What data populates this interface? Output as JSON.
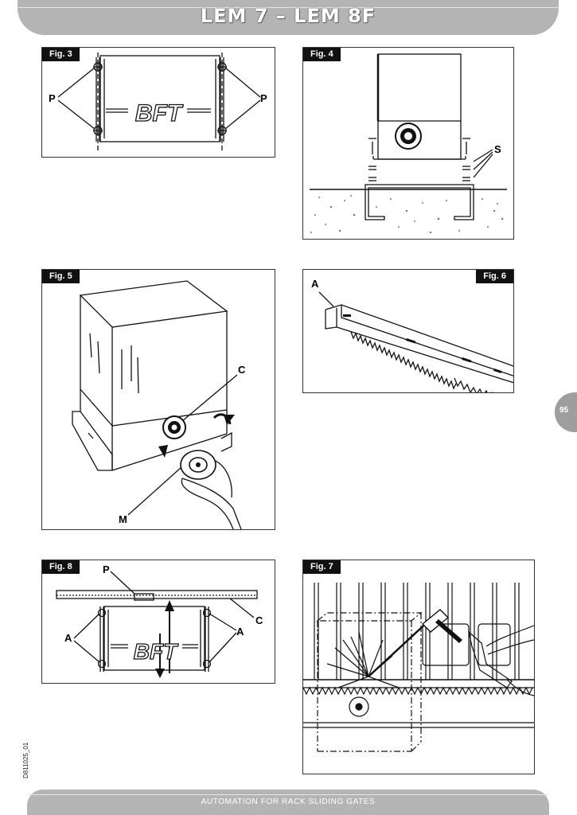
{
  "header": {
    "title": "LEM 7 – LEM 8F"
  },
  "footer": {
    "text": "AUTOMATION FOR RACK SLIDING GATES"
  },
  "page_number": "95",
  "doc_code": "D811025_01",
  "figures": {
    "fig3": {
      "label": "Fig. 3",
      "callouts": {
        "p_left": "P",
        "p_right": "P"
      },
      "logo_text": "BFT"
    },
    "fig4": {
      "label": "Fig. 4",
      "callouts": {
        "s": "S"
      }
    },
    "fig5": {
      "label": "Fig. 5",
      "callouts": {
        "c": "C",
        "m": "M"
      }
    },
    "fig6": {
      "label": "Fig. 6",
      "callouts": {
        "a": "A"
      }
    },
    "fig8": {
      "label": "Fig. 8",
      "callouts": {
        "p": "P",
        "a_left": "A",
        "a_right": "A",
        "c": "C"
      },
      "logo_text": "BFT"
    },
    "fig7": {
      "label": "Fig. 7"
    }
  }
}
